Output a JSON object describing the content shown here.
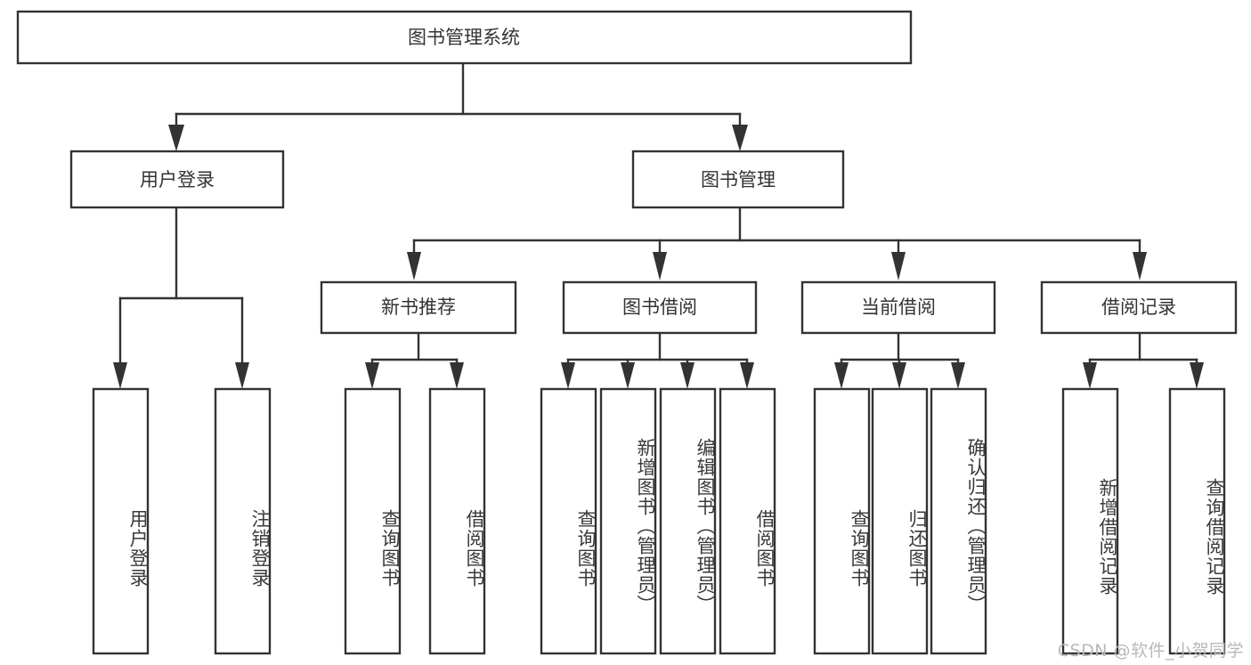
{
  "diagram": {
    "type": "hierarchy-tree",
    "title": "图书管理系统",
    "root": {
      "label": "图书管理系统"
    },
    "level2": [
      {
        "label": "用户登录"
      },
      {
        "label": "图书管理"
      }
    ],
    "level3": [
      {
        "label": "新书推荐"
      },
      {
        "label": "图书借阅"
      },
      {
        "label": "当前借阅"
      },
      {
        "label": "借阅记录"
      }
    ],
    "leaves": {
      "user_login": [
        {
          "label": "用户登录"
        },
        {
          "label": "注销登录"
        }
      ],
      "new_book_recommend": [
        {
          "label": "查询图书"
        },
        {
          "label": "借阅图书"
        }
      ],
      "book_borrow": [
        {
          "label": "查询图书"
        },
        {
          "label": "新增图书（管理员）"
        },
        {
          "label": "编辑图书（管理员）"
        },
        {
          "label": "借阅图书"
        }
      ],
      "current_borrow": [
        {
          "label": "查询图书"
        },
        {
          "label": "归还图书"
        },
        {
          "label": "确认归还（管理员）"
        }
      ],
      "borrow_record": [
        {
          "label": "新增借阅记录"
        },
        {
          "label": "查询借阅记录"
        }
      ]
    }
  },
  "watermark": {
    "text": "CSDN @软件_小贺同学"
  },
  "colors": {
    "stroke": "#333333",
    "box_fill": "#ffffff",
    "text": "#3a3a3a",
    "watermark": "#b8b8b8",
    "background": "#ffffff"
  }
}
